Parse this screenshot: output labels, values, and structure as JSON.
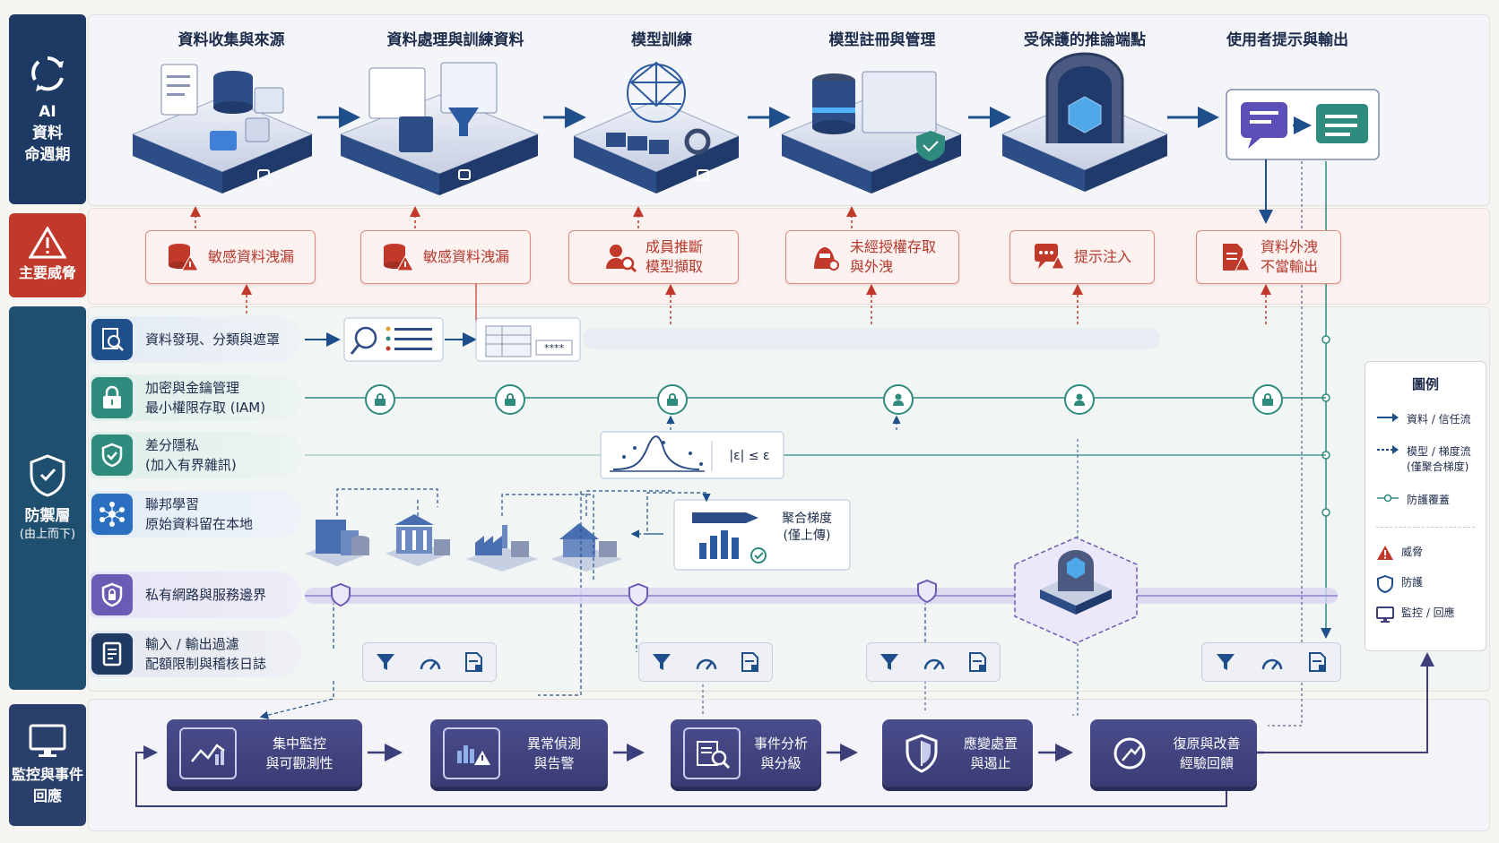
{
  "sidebar": {
    "lifecycle": "AI\n資料\n命週期",
    "threats": "主要威脅",
    "defense": "防禦層",
    "defense_sub": "(由上而下)",
    "monitoring": "監控與事件\n回應"
  },
  "stages": [
    {
      "title": "資料收集與來源"
    },
    {
      "title": "資料處理與訓練資料"
    },
    {
      "title": "模型訓練"
    },
    {
      "title": "模型註冊與管理"
    },
    {
      "title": "受保護的推論端點"
    },
    {
      "title": "使用者提示與輸出"
    }
  ],
  "threats": [
    {
      "label": "敏感資料洩漏"
    },
    {
      "label": "敏感資料洩漏"
    },
    {
      "label": "成員推斷\n模型擷取"
    },
    {
      "label": "未經授權存取\n與外洩"
    },
    {
      "label": "提示注入"
    },
    {
      "label": "資料外洩\n不當輸出"
    }
  ],
  "defenses": [
    {
      "label": "資料發現、分類與遮罩"
    },
    {
      "label": "加密與金鑰管理\n最小權限存取 (IAM)"
    },
    {
      "label": "差分隱私\n(加入有界雜訊)"
    },
    {
      "label": "聯邦學習\n原始資料留在本地"
    },
    {
      "label": "私有網路與服務邊界"
    },
    {
      "label": "輸入 / 輸出過濾\n配額限制與稽核日誌"
    }
  ],
  "dp_formula": "|ε| ≤ ε",
  "mask_text": "****",
  "aggregation": "聚合梯度\n(僅上傳)",
  "monitoring": [
    {
      "label": "集中監控\n與可觀測性"
    },
    {
      "label": "異常偵測\n與告警"
    },
    {
      "label": "事件分析\n與分級"
    },
    {
      "label": "應變處置\n與遏止"
    },
    {
      "label": "復原與改善\n經驗回饋"
    }
  ],
  "legend": {
    "title": "圖例",
    "items": [
      {
        "label": "資料 / 信任流"
      },
      {
        "label": "模型 / 梯度流\n(僅聚合梯度)"
      },
      {
        "label": "防護覆蓋"
      },
      {
        "label": "威脅"
      },
      {
        "label": "防護"
      },
      {
        "label": "監控 / 回應"
      }
    ]
  },
  "colors": {
    "navy": "#1c3a63",
    "threat_red": "#c0392b",
    "teal": "#2e8b7d",
    "purple": "#6b5bb5",
    "monitor": "#3d3f7a"
  }
}
